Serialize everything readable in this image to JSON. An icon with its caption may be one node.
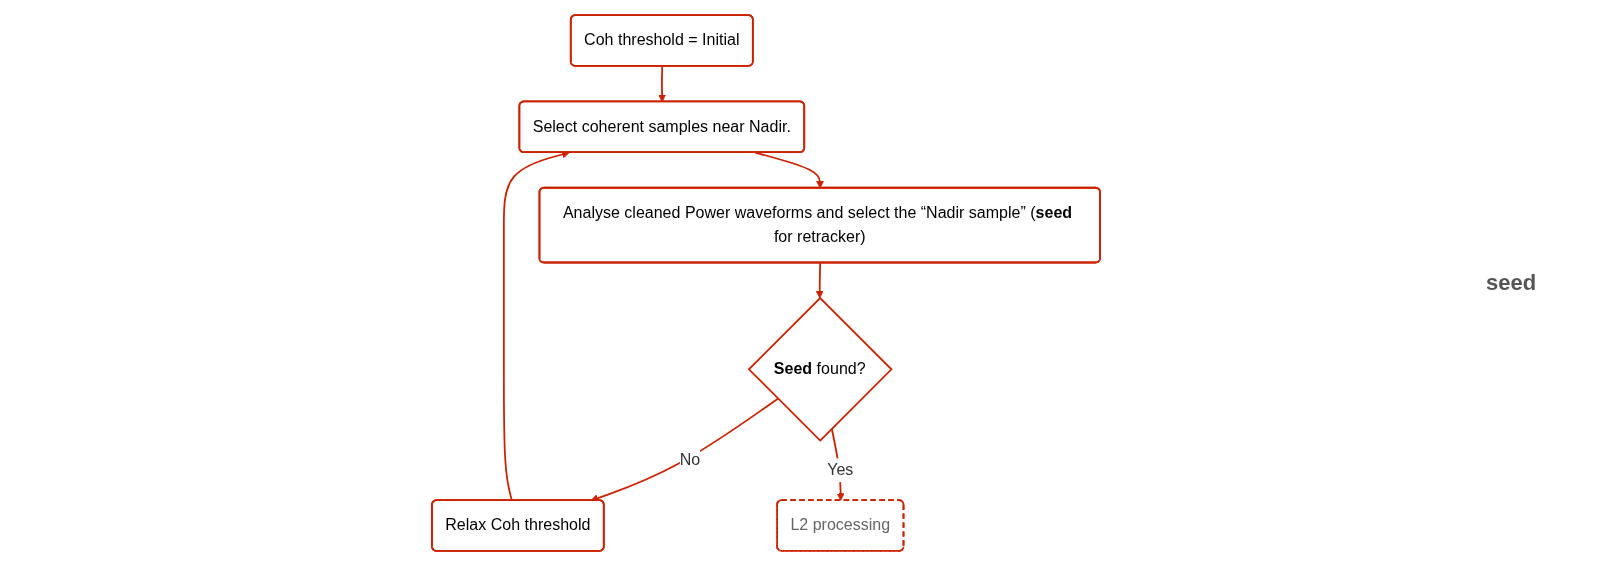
{
  "diagram": {
    "nodes": [
      {
        "text": [
          "Coh threshold = Initial"
        ]
      },
      {
        "text": [
          "Select coherent samples near Nadir."
        ]
      },
      {
        "text": [
          "Analyse cleaned Power waveforms and select the “Nadir sample” (**seed** for retracker)"
        ]
      },
      {
        "text": [
          "Relax Coh threshold"
        ]
      },
      {
        "text": [
          "**Seed** found?"
        ]
      },
      {
        "text": [
          "L2 processing"
        ]
      }
    ],
    "edges": [
      {
        "from": 0,
        "to": 1,
        "arrow": "to"
      },
      {
        "from": 1,
        "to": 2,
        "arrow": "to"
      },
      {
        "from": 2,
        "to": 4,
        "arrow": "to"
      },
      {
        "from": 4,
        "to": 3,
        "arrow": "to",
        "label": "No"
      },
      {
        "from": 4,
        "to": 5,
        "arrow": "to",
        "label": "Yes"
      },
      {
        "from": 3,
        "to": 1,
        "arrow": "to"
      }
    ],
    "labels": [
      "seed"
    ]
  }
}
